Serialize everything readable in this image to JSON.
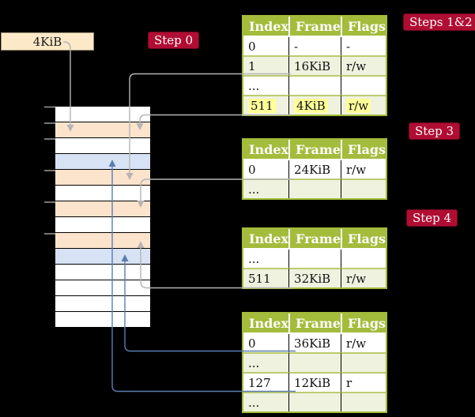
{
  "page_box": {
    "label": "4KiB"
  },
  "step_labels": [
    {
      "id": "step0",
      "text": "Step 0"
    },
    {
      "id": "steps12",
      "text": "Steps 1&2"
    },
    {
      "id": "step3",
      "text": "Step 3"
    },
    {
      "id": "step4",
      "text": "Step 4"
    }
  ],
  "page_tables": [
    {
      "name": "table-steps-1-2",
      "headers": [
        "Index",
        "Frame",
        "Flags"
      ],
      "rows": [
        {
          "cells": [
            "0",
            "-",
            "-"
          ],
          "shaded": false,
          "highlight": false
        },
        {
          "cells": [
            "1",
            "16KiB",
            "r/w"
          ],
          "shaded": true,
          "highlight": false
        },
        {
          "cells": [
            "...",
            "",
            ""
          ],
          "shaded": false,
          "highlight": false
        },
        {
          "cells": [
            "511",
            "4KiB",
            "r/w"
          ],
          "shaded": true,
          "highlight": true
        }
      ]
    },
    {
      "name": "table-step-3",
      "headers": [
        "Index",
        "Frame",
        "Flags"
      ],
      "rows": [
        {
          "cells": [
            "0",
            "24KiB",
            "r/w"
          ],
          "shaded": false,
          "highlight": false
        },
        {
          "cells": [
            "...",
            "",
            ""
          ],
          "shaded": true,
          "highlight": false
        }
      ]
    },
    {
      "name": "table-step-4",
      "headers": [
        "Index",
        "Frame",
        "Flags"
      ],
      "rows": [
        {
          "cells": [
            "...",
            "",
            ""
          ],
          "shaded": false,
          "highlight": false
        },
        {
          "cells": [
            "511",
            "32KiB",
            "r/w"
          ],
          "shaded": true,
          "highlight": false
        }
      ]
    },
    {
      "name": "table-final",
      "headers": [
        "Index",
        "Frame",
        "Flags"
      ],
      "rows": [
        {
          "cells": [
            "0",
            "36KiB",
            "r/w"
          ],
          "shaded": false,
          "highlight": false
        },
        {
          "cells": [
            "...",
            "",
            ""
          ],
          "shaded": true,
          "highlight": false
        },
        {
          "cells": [
            "127",
            "12KiB",
            "r"
          ],
          "shaded": false,
          "highlight": false
        },
        {
          "cells": [
            "...",
            "",
            ""
          ],
          "shaded": true,
          "highlight": false
        }
      ]
    }
  ],
  "memory_stack": {
    "row_colors": [
      "white",
      "peach",
      "white",
      "blue",
      "peach",
      "white",
      "peach",
      "white",
      "peach",
      "blue",
      "white",
      "white",
      "white",
      "white"
    ]
  },
  "colors": {
    "background": "#000000",
    "table_header_green": "#a3bc3c",
    "table_shaded_row": "#eef2de",
    "highlight_yellow": "#ffff99",
    "memory_peach": "#fce3cc",
    "memory_blue": "#d7e3f4",
    "label_crimson": "#b00d33",
    "page_box_cream": "#fbe9c8",
    "arrow_gray": "#b4b4b4",
    "arrow_blue": "#5b7db1"
  }
}
